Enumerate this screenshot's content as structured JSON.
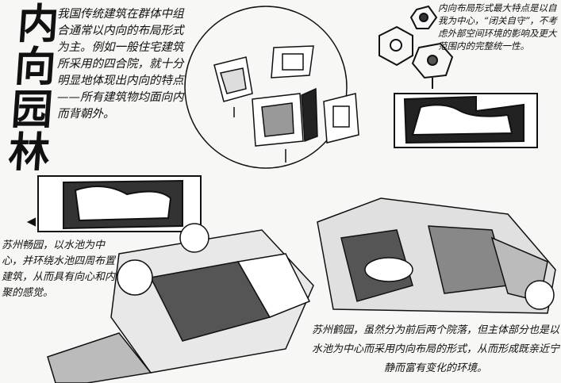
{
  "title": "内向园林",
  "notes": {
    "intro": "我国传统建筑在群体中组合通常以内向的布局形式为主。例如一般住宅建筑所采用的四合院，就十分明显地体现出内向的特点——所有建筑物均面向内而背朝外。",
    "feature": "内向布局形式最大特点是以自我为中心，“闭关自守”，不考虑外部空间环境的影响及更大范围内的完整统一性。",
    "changyuan": "苏州畅园，以水池为中心，并环绕水池四周布置建筑，从而具有向心和内聚的感觉。",
    "heyuan": "苏州鹤园，虽然分为前后两个院落，但主体部分也是以水池为中心而采用内向布局的形式，从而形成既亲近宁静而富有变化的环境。"
  }
}
